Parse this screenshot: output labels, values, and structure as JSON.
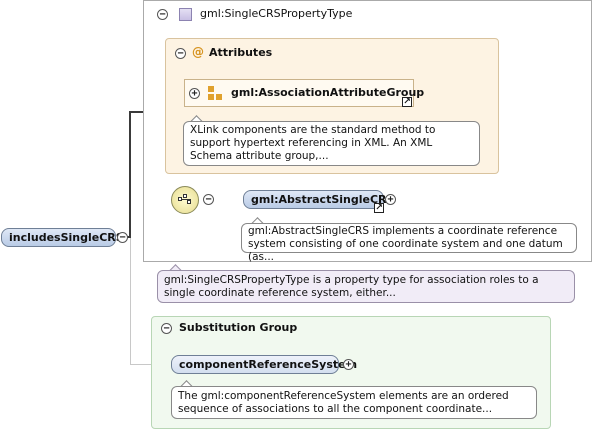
{
  "root": {
    "name": "includesSingleCRS"
  },
  "type": {
    "name": "gml:SingleCRSPropertyType",
    "note": "gml:SingleCRSPropertyType is a property type for association roles to a single coordinate reference system, either..."
  },
  "attributes": {
    "label": "Attributes",
    "group": "gml:AssociationAttributeGroup",
    "note": "XLink components are the standard method to support hypertext referencing in XML. An XML Schema attribute group,..."
  },
  "sequence": {
    "element": "gml:AbstractSingleCRS",
    "note": "gml:AbstractSingleCRS implements a coordinate reference system consisting of one coordinate system and one datum (as..."
  },
  "substitution": {
    "label": "Substitution Group",
    "element": "componentReferenceSystem",
    "note": "The gml:componentReferenceSystem elements are an ordered sequence of associations to all the component coordinate..."
  },
  "glyphs": {
    "minus": "−",
    "plus": "+",
    "at": "@",
    "link_arrow": "↗"
  },
  "colors": {
    "node_fill": "#c7d5ec",
    "attr_fill": "#fdf3e3",
    "subst_fill": "#f1f9ef",
    "note_lilac": "#f1ecf7"
  }
}
